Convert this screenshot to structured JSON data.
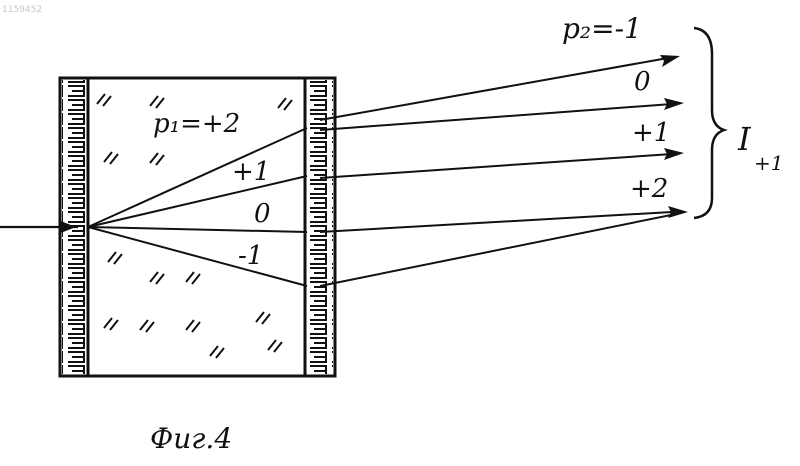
{
  "corner_number": "1159452",
  "left_label": "p₁=+2",
  "order_labels_in_plate": [
    "+1",
    "0",
    "-1"
  ],
  "right_top_label": "p₂=-1",
  "right_order_labels": [
    "0",
    "+1",
    "+2"
  ],
  "brace_label": "I",
  "brace_label_subscript": "+1",
  "caption": "Фиг.4"
}
